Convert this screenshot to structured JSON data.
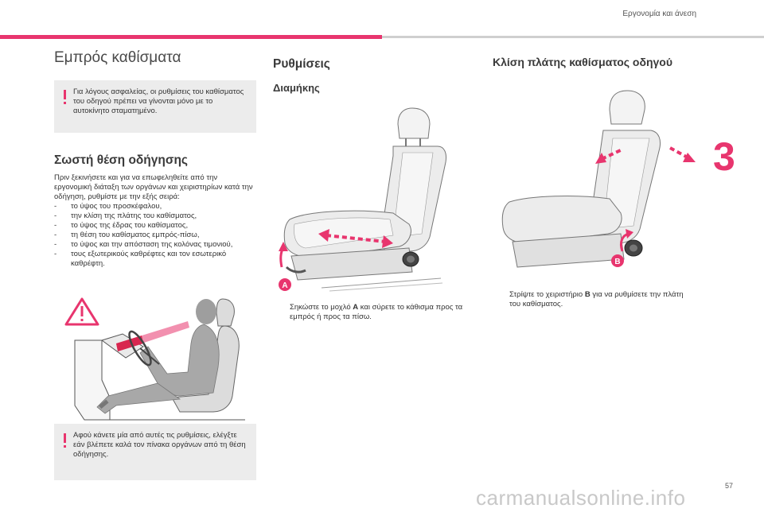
{
  "header": {
    "section": "Εργονομία και άνεση",
    "chapter": "3",
    "page": "57"
  },
  "col1": {
    "title": "Εμπρός καθίσματα",
    "warning1": "Για λόγους ασφαλείας, οι ρυθμίσεις του καθίσματος του οδηγού πρέπει να γίνονται μόνο με το αυτοκίνητο σταματημένο.",
    "heading": "Σωστή θέση οδήγησης",
    "intro": "Πριν ξεκινήσετε και για να επωφεληθείτε από την εργονομική διάταξη των οργάνων και χειριστηρίων κατά την οδήγηση, ρυθμίστε με την εξής σειρά:",
    "list": [
      "το ύψος του προσκέφαλου,",
      "την κλίση της πλάτης του καθίσματος,",
      "το ύψος της έδρας του καθίσματος,",
      "τη θέση του καθίσματος εμπρός-πίσω,",
      "το ύψος και την απόσταση της κολόνας τιμονιού,",
      "τους εξωτερικούς καθρέφτες και τον εσωτερικό καθρέφτη."
    ],
    "warning2": "Αφού κάνετε μία από αυτές τις ρυθμίσεις, ελέγξτε εάν βλέπετε καλά τον πίνακα οργάνων από τη θέση οδήγησης."
  },
  "col2": {
    "heading": "Ρυθμίσεις",
    "subheading": "Διαμήκης",
    "label_a": "A",
    "caption_bullet": "",
    "caption_before": "Σηκώστε το μοχλό",
    "caption_bold": "A",
    "caption_after": "και σύρετε το κάθισμα προς τα εμπρός ή προς τα πίσω."
  },
  "col3": {
    "heading": "Κλίση πλάτης καθίσματος οδηγού",
    "label_b": "B",
    "caption_bullet": "",
    "caption_before": "Στρίψτε το χειριστήριο",
    "caption_bold": "B",
    "caption_after": "για να ρυθμίσετε την πλάτη του καθίσματος."
  },
  "watermark": "carmanualsonline.info",
  "colors": {
    "accent": "#e8356e",
    "box": "#ececec",
    "divider": "#cfcfcf"
  }
}
